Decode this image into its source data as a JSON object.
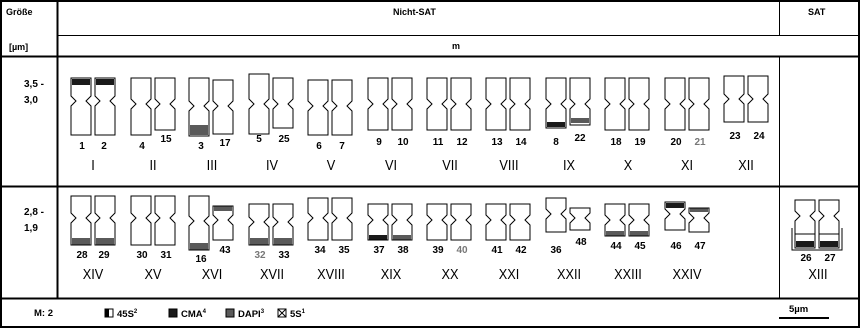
{
  "header": {
    "size_label_line1": "Größe",
    "size_label_line2": "[µm]",
    "nonsat_label": "Nicht-SAT",
    "sat_label": "SAT",
    "sub_label": "m"
  },
  "rows": [
    {
      "size_line1": "3,5 -",
      "size_line2": "3,0"
    },
    {
      "size_line1": "2,8 -",
      "size_line2": "1,9"
    }
  ],
  "pairs_row1": [
    {
      "roman": "I",
      "left_num": "1",
      "right_num": "2"
    },
    {
      "roman": "II",
      "left_num": "4",
      "right_num": "15"
    },
    {
      "roman": "III",
      "left_num": "3",
      "right_num": "17"
    },
    {
      "roman": "IV",
      "left_num": "5",
      "right_num": "25"
    },
    {
      "roman": "V",
      "left_num": "6",
      "right_num": "7"
    },
    {
      "roman": "VI",
      "left_num": "9",
      "right_num": "10"
    },
    {
      "roman": "VII",
      "left_num": "11",
      "right_num": "12"
    },
    {
      "roman": "VIII",
      "left_num": "13",
      "right_num": "14"
    },
    {
      "roman": "IX",
      "left_num": "8",
      "right_num": "22"
    },
    {
      "roman": "X",
      "left_num": "18",
      "right_num": "19"
    },
    {
      "roman": "XI",
      "left_num": "20",
      "right_num": "21"
    },
    {
      "roman": "XII",
      "left_num": "23",
      "right_num": "24"
    }
  ],
  "pairs_row2": [
    {
      "roman": "XIV",
      "left_num": "28",
      "right_num": "29"
    },
    {
      "roman": "XV",
      "left_num": "30",
      "right_num": "31"
    },
    {
      "roman": "XVI",
      "left_num": "16",
      "right_num": "43"
    },
    {
      "roman": "XVII",
      "left_num": "32",
      "right_num": "33"
    },
    {
      "roman": "XVIII",
      "left_num": "34",
      "right_num": "35"
    },
    {
      "roman": "XIX",
      "left_num": "37",
      "right_num": "38"
    },
    {
      "roman": "XX",
      "left_num": "39",
      "right_num": "40"
    },
    {
      "roman": "XXI",
      "left_num": "41",
      "right_num": "42"
    },
    {
      "roman": "XXII",
      "left_num": "36",
      "right_num": "48"
    },
    {
      "roman": "XXIII",
      "left_num": "44",
      "right_num": "45"
    },
    {
      "roman": "XXIV",
      "left_num": "46",
      "right_num": "47"
    }
  ],
  "sat_pair": {
    "roman": "XIII",
    "left_num": "26",
    "right_num": "27"
  },
  "legend": {
    "m_label": "M: 2",
    "item1": "45S",
    "item1_sup": "2",
    "item2": "CMA",
    "item2_sup": "4",
    "item3": "DAPI",
    "item3_sup": "3",
    "item4": "5S",
    "item4_sup": "1",
    "scale_label": "5µm"
  },
  "colors": {
    "cma": "#1a1a1a",
    "dapi": "#5a5a5a",
    "grey_number": "#777777"
  }
}
